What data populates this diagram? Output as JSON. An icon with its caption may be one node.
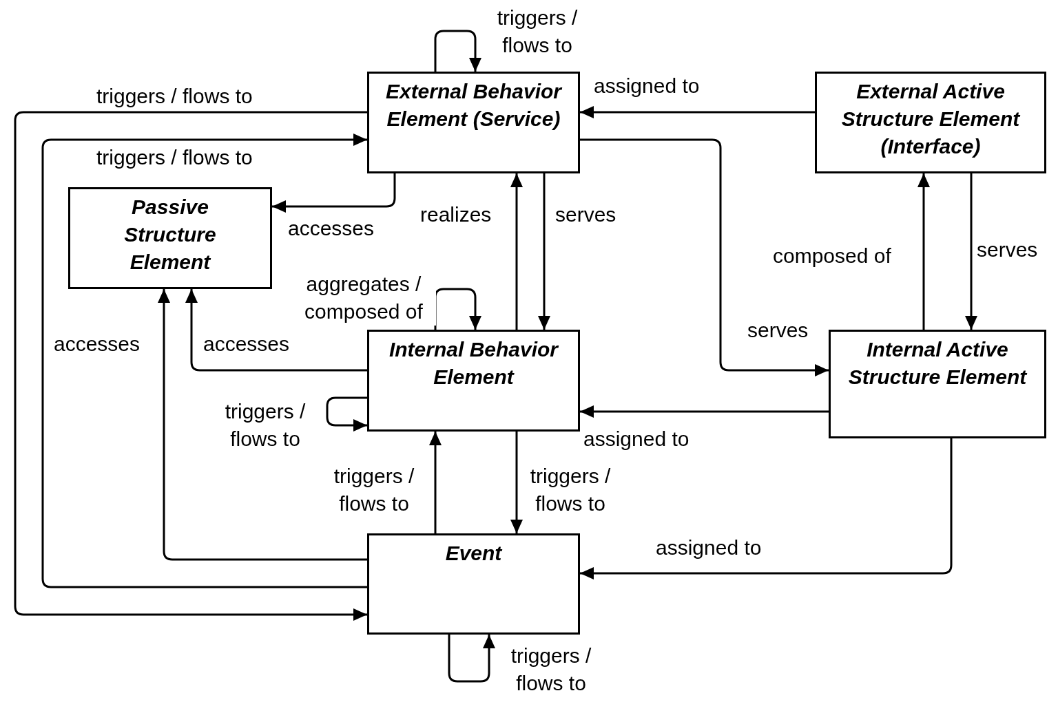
{
  "diagram": {
    "nodes": [
      {
        "text": [
          "External Behavior Element (Service)"
        ]
      },
      {
        "text": [
          "External Active Structure Element (Interface)"
        ]
      },
      {
        "text": [
          "Passive Structure Element"
        ]
      },
      {
        "text": [
          "Internal Behavior Element"
        ]
      },
      {
        "text": [
          "Internal Active Structure Element"
        ]
      },
      {
        "text": [
          "Event"
        ]
      }
    ],
    "edges": [
      {
        "from": 0,
        "to": 0,
        "arrow": "to",
        "label": "triggers / flows to"
      },
      {
        "from": 0,
        "to": 5,
        "arrow": "to",
        "label": "triggers / flows to"
      },
      {
        "from": 5,
        "to": 0,
        "arrow": "to",
        "label": "triggers / flows to"
      },
      {
        "from": 1,
        "to": 0,
        "arrow": "to",
        "label": "assigned to"
      },
      {
        "from": 0,
        "to": 2,
        "arrow": "to",
        "label": "accesses"
      },
      {
        "from": 0,
        "to": 4,
        "arrow": "to",
        "label": "serves"
      },
      {
        "from": 3,
        "to": 0,
        "arrow": "to",
        "label": "realizes"
      },
      {
        "from": 0,
        "to": 3,
        "arrow": "to",
        "label": "serves"
      },
      {
        "from": 4,
        "to": 1,
        "arrow": "to",
        "label": "composed of"
      },
      {
        "from": 1,
        "to": 4,
        "arrow": "to",
        "label": "serves"
      },
      {
        "from": 3,
        "to": 3,
        "arrow": "to",
        "label": "aggregates / composed of"
      },
      {
        "from": 3,
        "to": 2,
        "arrow": "to",
        "label": "accesses"
      },
      {
        "from": 5,
        "to": 2,
        "arrow": "to",
        "label": "accesses"
      },
      {
        "from": 3,
        "to": 3,
        "arrow": "to",
        "label": "triggers / flows to"
      },
      {
        "from": 4,
        "to": 3,
        "arrow": "to",
        "label": "assigned to"
      },
      {
        "from": 5,
        "to": 3,
        "arrow": "to",
        "label": "triggers / flows to"
      },
      {
        "from": 3,
        "to": 5,
        "arrow": "to",
        "label": "triggers / flows to"
      },
      {
        "from": 4,
        "to": 5,
        "arrow": "to",
        "label": "assigned to"
      },
      {
        "from": 5,
        "to": 5,
        "arrow": "to",
        "label": "triggers / flows to"
      }
    ]
  }
}
